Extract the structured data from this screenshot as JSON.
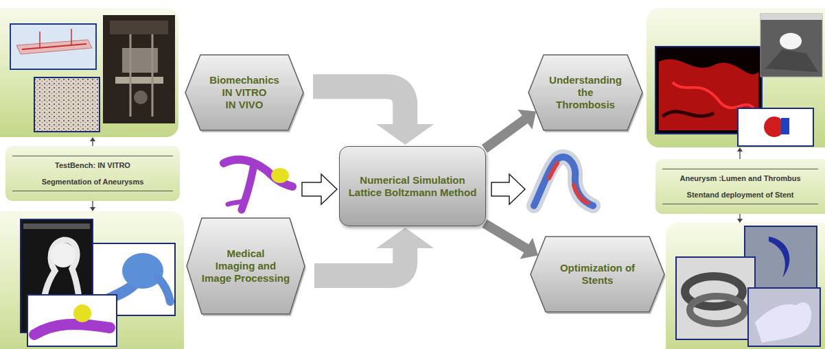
{
  "diagram": {
    "nodes": [
      {
        "text": [
          "Biomechanics IN VITRO IN VIVO"
        ]
      },
      {
        "text": [
          "TestBench: IN VITRO",
          "Segmentation of Aneurysms"
        ]
      },
      {
        "text": [
          "Medical Imaging and Image Processing"
        ]
      },
      {
        "text": [
          "Numerical Simulation Lattice Boltzmann Method"
        ]
      },
      {
        "text": [
          "Understanding the Thrombosis"
        ]
      },
      {
        "text": [
          "Aneurysm :Lumen and Thrombus",
          "Stentand deployment of Stent"
        ]
      },
      {
        "text": [
          "Optimization of Stents"
        ]
      }
    ],
    "edges": [
      {
        "from": 0,
        "to": 3,
        "arrow": "to"
      },
      {
        "from": 2,
        "to": 3,
        "arrow": "to"
      },
      {
        "from": 3,
        "to": 4,
        "arrow": "to"
      },
      {
        "from": 3,
        "to": 6,
        "arrow": "to"
      }
    ]
  }
}
